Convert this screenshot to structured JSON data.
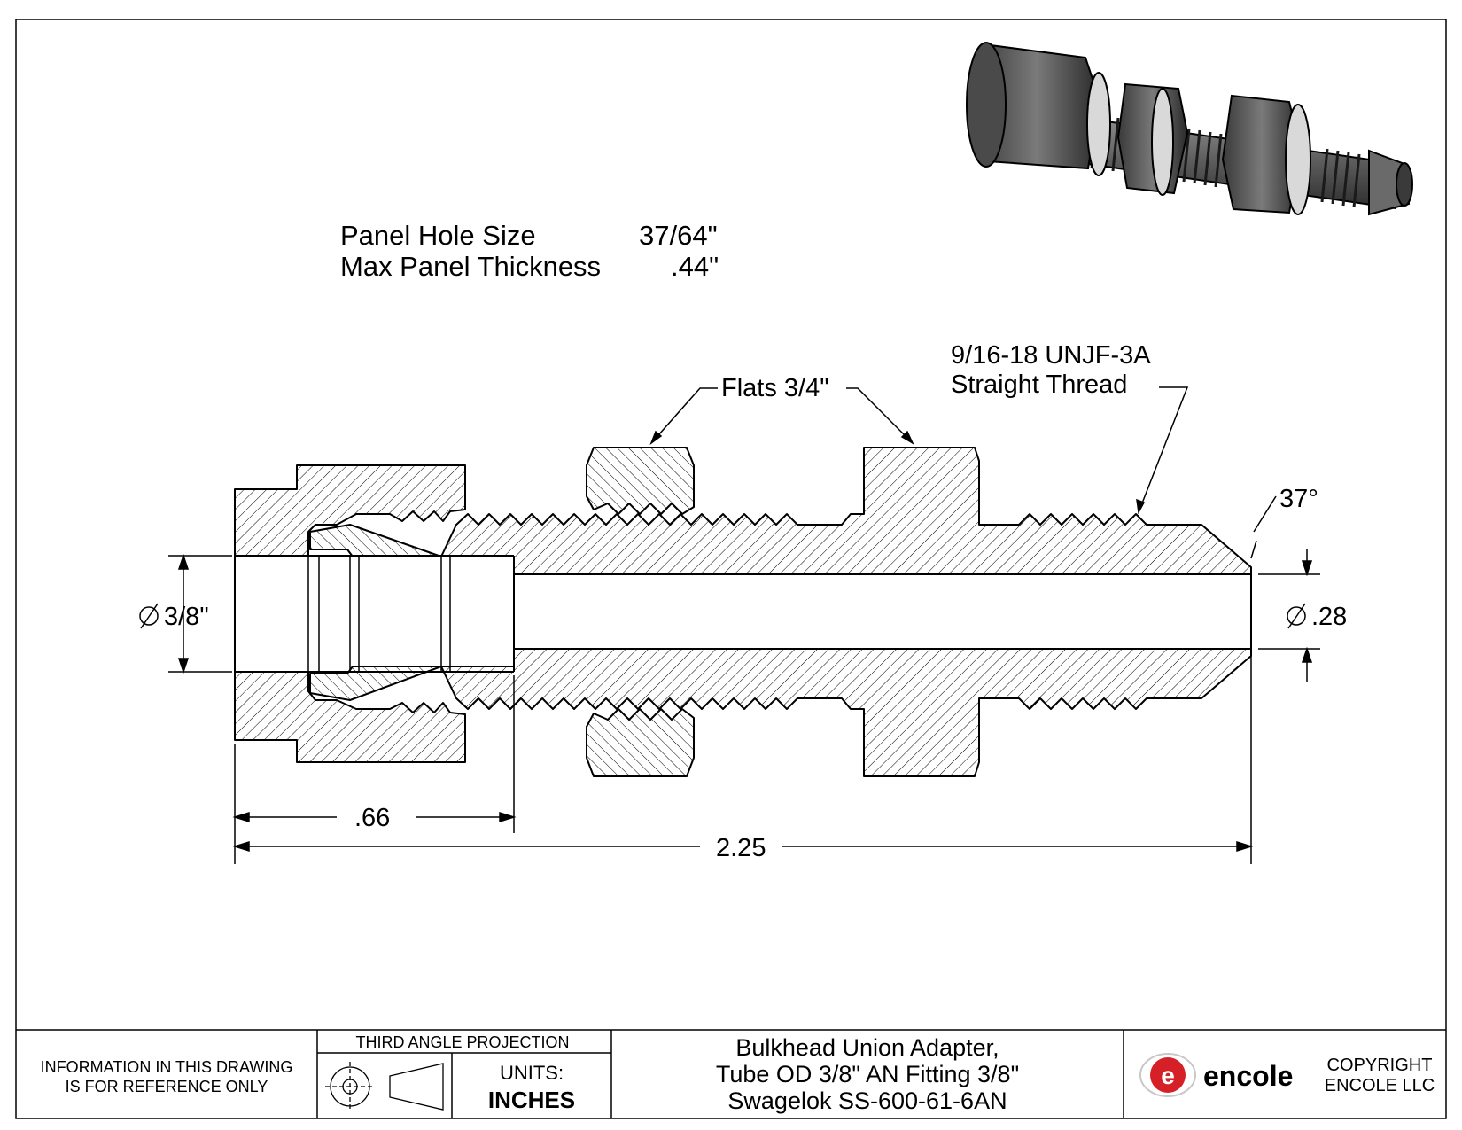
{
  "panel_specs": {
    "hole_label": "Panel Hole Size",
    "hole_value": "37/64\"",
    "thickness_label": "Max Panel Thickness",
    "thickness_value": ".44\""
  },
  "callouts": {
    "flats": "Flats 3/4\"",
    "thread_line1": "9/16-18 UNJF-3A",
    "thread_line2": "Straight Thread",
    "angle": "37°"
  },
  "dimensions": {
    "tube_dia": "3/8\"",
    "bore_dia": ".28",
    "body_length": ".66",
    "overall_length": "2.25"
  },
  "title_block": {
    "disclaimer_line1": "INFORMATION IN THIS DRAWING",
    "disclaimer_line2": "IS FOR REFERENCE ONLY",
    "projection": "THIRD ANGLE PROJECTION",
    "units_label": "UNITS:",
    "units_value": "INCHES",
    "title_line1": "Bulkhead Union Adapter,",
    "title_line2": "Tube OD 3/8\" AN Fitting 3/8\"",
    "title_line3": "Swagelok SS-600-61-6AN",
    "brand": "encole",
    "copyright_line1": "COPYRIGHT",
    "copyright_line2": "ENCOLE  LLC"
  },
  "colors": {
    "line": "#000000",
    "logo_red": "#d62027",
    "metal_dark": "#4a4a4a"
  }
}
